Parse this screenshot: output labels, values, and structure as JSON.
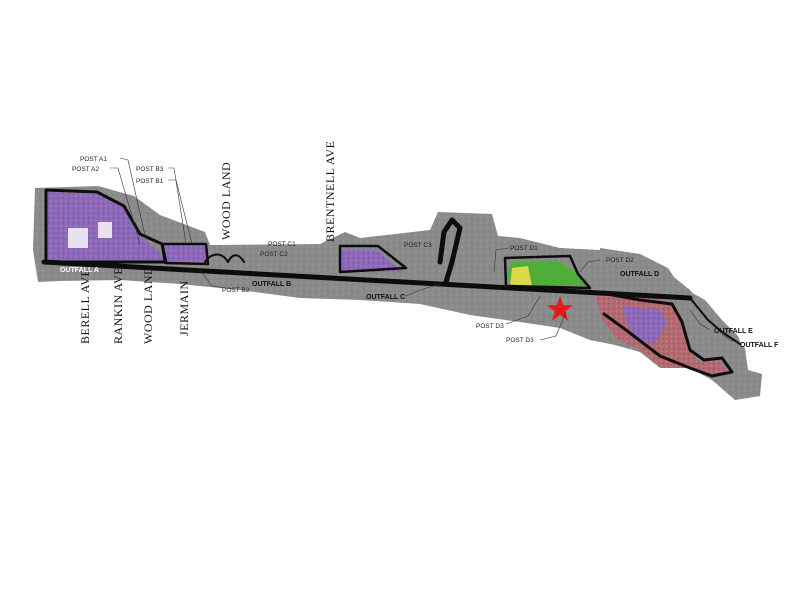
{
  "streets": {
    "berell_ave": "BERELL AVE",
    "rankin_ave": "RANKIN AVE",
    "wood_land_south": "WOOD LAND",
    "jermain": "JERMAIN",
    "wood_land_north": "WOOD LAND",
    "brentnell_ave": "BRENTNELL AVE"
  },
  "posts": {
    "a1": "POST A1",
    "a2": "POST A2",
    "b3": "POST B3",
    "b1": "POST B1",
    "b2": "POST B2",
    "c1": "POST C1",
    "c2": "POST C2",
    "c3": "POST C3",
    "d1": "POST D1",
    "d2": "POST D2",
    "d3_upper": "POST D3",
    "d3_lower": "POST D3"
  },
  "outfalls": {
    "a": "OUTFALL A",
    "b": "OUTFALL B",
    "c": "OUTFALL C",
    "d": "OUTFALL D",
    "e": "OUTFALL E",
    "f": "OUTFALL F"
  },
  "colors": {
    "ground": "#8a8a8a",
    "corridor": "#0d0d0d",
    "zone_purple": "#8d68b8",
    "zone_green": "#4fae3a",
    "zone_yellow": "#d9d94a",
    "zone_red": "#b26a70",
    "marker_star": "#e31b1b"
  },
  "icons": {
    "marker": "star-marker-icon"
  }
}
